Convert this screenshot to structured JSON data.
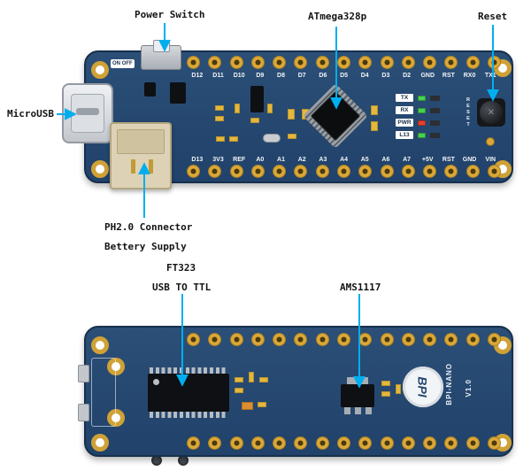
{
  "annotations": {
    "power_switch": "Power Switch",
    "atmega": "ATmega328p",
    "reset": "Reset",
    "microusb": "MicroUSB",
    "ph_line1": "PH2.0 Connector",
    "ph_line2": "Bettery Supply",
    "ft_line1": "FT323",
    "ft_line2": "USB TO TTL",
    "ams": "AMS1117"
  },
  "board_front": {
    "top_pins": [
      "D12",
      "D11",
      "D10",
      "D9",
      "D8",
      "D7",
      "D6",
      "D5",
      "D4",
      "D3",
      "D2",
      "GND",
      "RST",
      "RX0",
      "TX1"
    ],
    "bottom_pins": [
      "D13",
      "3V3",
      "REF",
      "A0",
      "A1",
      "A2",
      "A3",
      "A4",
      "A5",
      "A6",
      "A7",
      "+5V",
      "RST",
      "GND",
      "VIN"
    ],
    "switch_silkscreen": "ON OFF",
    "reset_silkscreen": "RESET",
    "leds": [
      {
        "label": "TX",
        "color": "#47d14f"
      },
      {
        "label": "RX",
        "color": "#47d14f"
      },
      {
        "label": "PWR",
        "color": "#e6402e"
      },
      {
        "label": "L13",
        "color": "#47d14f"
      }
    ]
  },
  "board_back": {
    "logo": "BPI",
    "model": "BPI-NANO",
    "version": "V1.0"
  },
  "colors": {
    "leader_line": "#00aeef",
    "board": "#24486f",
    "pad_gold": "#dba838"
  }
}
